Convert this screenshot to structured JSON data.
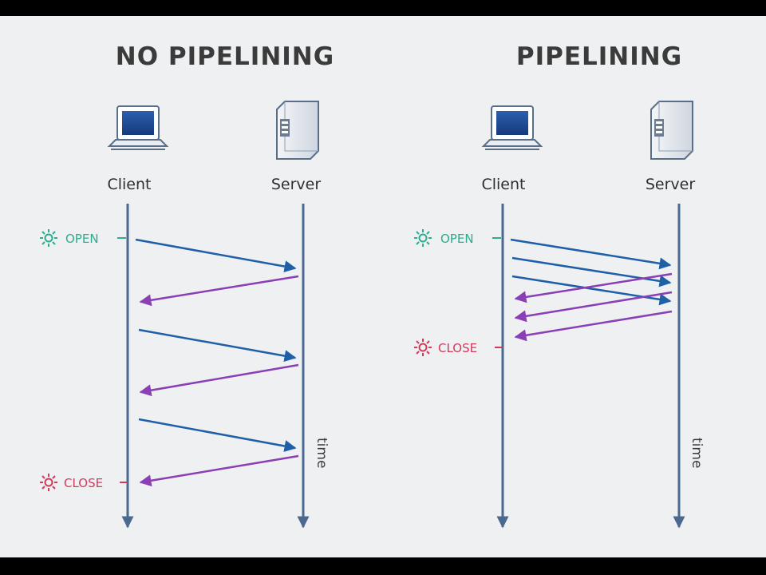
{
  "colors": {
    "background": "#eef0f2",
    "frame": "#000000",
    "timeline": "#4a6890",
    "request": "#1f5fa8",
    "response": "#8a3fb5",
    "open": "#2aae8e",
    "close": "#d23a5c"
  },
  "left_panel": {
    "title": "NO PIPELINING",
    "client_label": "Client",
    "server_label": "Server",
    "open_label": "OPEN",
    "close_label": "CLOSE",
    "time_label": "time",
    "exchanges": 3
  },
  "right_panel": {
    "title": "PIPELINING",
    "client_label": "Client",
    "server_label": "Server",
    "open_label": "OPEN",
    "close_label": "CLOSE",
    "time_label": "time",
    "exchanges": 3
  },
  "icons": {
    "client": "laptop-icon",
    "server": "server-tower-icon",
    "open": "sun-icon",
    "close": "sun-icon"
  }
}
